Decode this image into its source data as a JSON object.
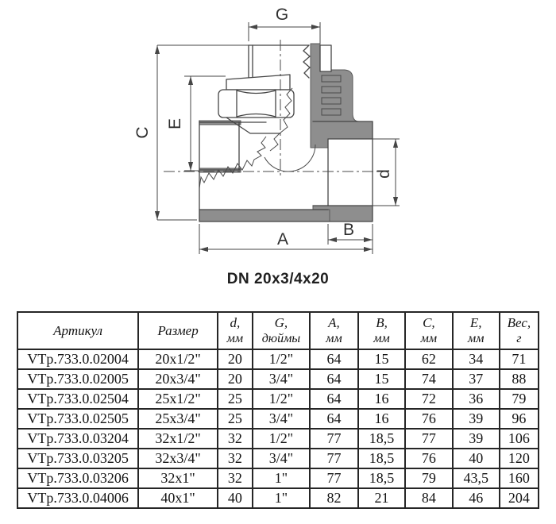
{
  "drawing": {
    "caption": "DN 20x3/4x20",
    "labels": {
      "g": "G",
      "c": "C",
      "e": "E",
      "a": "A",
      "b": "B",
      "d": "d"
    },
    "colors": {
      "background": "#ffffff",
      "line": "#454545",
      "section_gray": "#8e8e8e",
      "table_border": "#262626",
      "text": "#141414"
    }
  },
  "table": {
    "headers": [
      {
        "line1": "Артикул",
        "line2": ""
      },
      {
        "line1": "Размер",
        "line2": ""
      },
      {
        "line1": "d,",
        "line2": "мм"
      },
      {
        "line1": "G,",
        "line2": "дюймы"
      },
      {
        "line1": "A,",
        "line2": "мм"
      },
      {
        "line1": "B,",
        "line2": "мм"
      },
      {
        "line1": "C,",
        "line2": "мм"
      },
      {
        "line1": "E,",
        "line2": "мм"
      },
      {
        "line1": "Вес,",
        "line2": "г"
      }
    ],
    "rows": [
      [
        "VTp.733.0.02004",
        "20x1/2\"",
        "20",
        "1/2\"",
        "64",
        "15",
        "62",
        "34",
        "71"
      ],
      [
        "VTp.733.0.02005",
        "20x3/4\"",
        "20",
        "3/4\"",
        "64",
        "15",
        "74",
        "37",
        "88"
      ],
      [
        "VTp.733.0.02504",
        "25x1/2\"",
        "25",
        "1/2\"",
        "64",
        "16",
        "72",
        "36",
        "79"
      ],
      [
        "VTp.733.0.02505",
        "25x3/4\"",
        "25",
        "3/4\"",
        "64",
        "16",
        "76",
        "39",
        "96"
      ],
      [
        "VTp.733.0.03204",
        "32x1/2\"",
        "32",
        "1/2\"",
        "77",
        "18,5",
        "77",
        "39",
        "106"
      ],
      [
        "VTp.733.0.03205",
        "32x3/4\"",
        "32",
        "3/4\"",
        "77",
        "18,5",
        "76",
        "40",
        "120"
      ],
      [
        "VTp.733.0.03206",
        "32x1\"",
        "32",
        "1\"",
        "77",
        "18,5",
        "79",
        "43,5",
        "160"
      ],
      [
        "VTp.733.0.04006",
        "40x1\"",
        "40",
        "1\"",
        "82",
        "21",
        "84",
        "46",
        "204"
      ]
    ]
  }
}
